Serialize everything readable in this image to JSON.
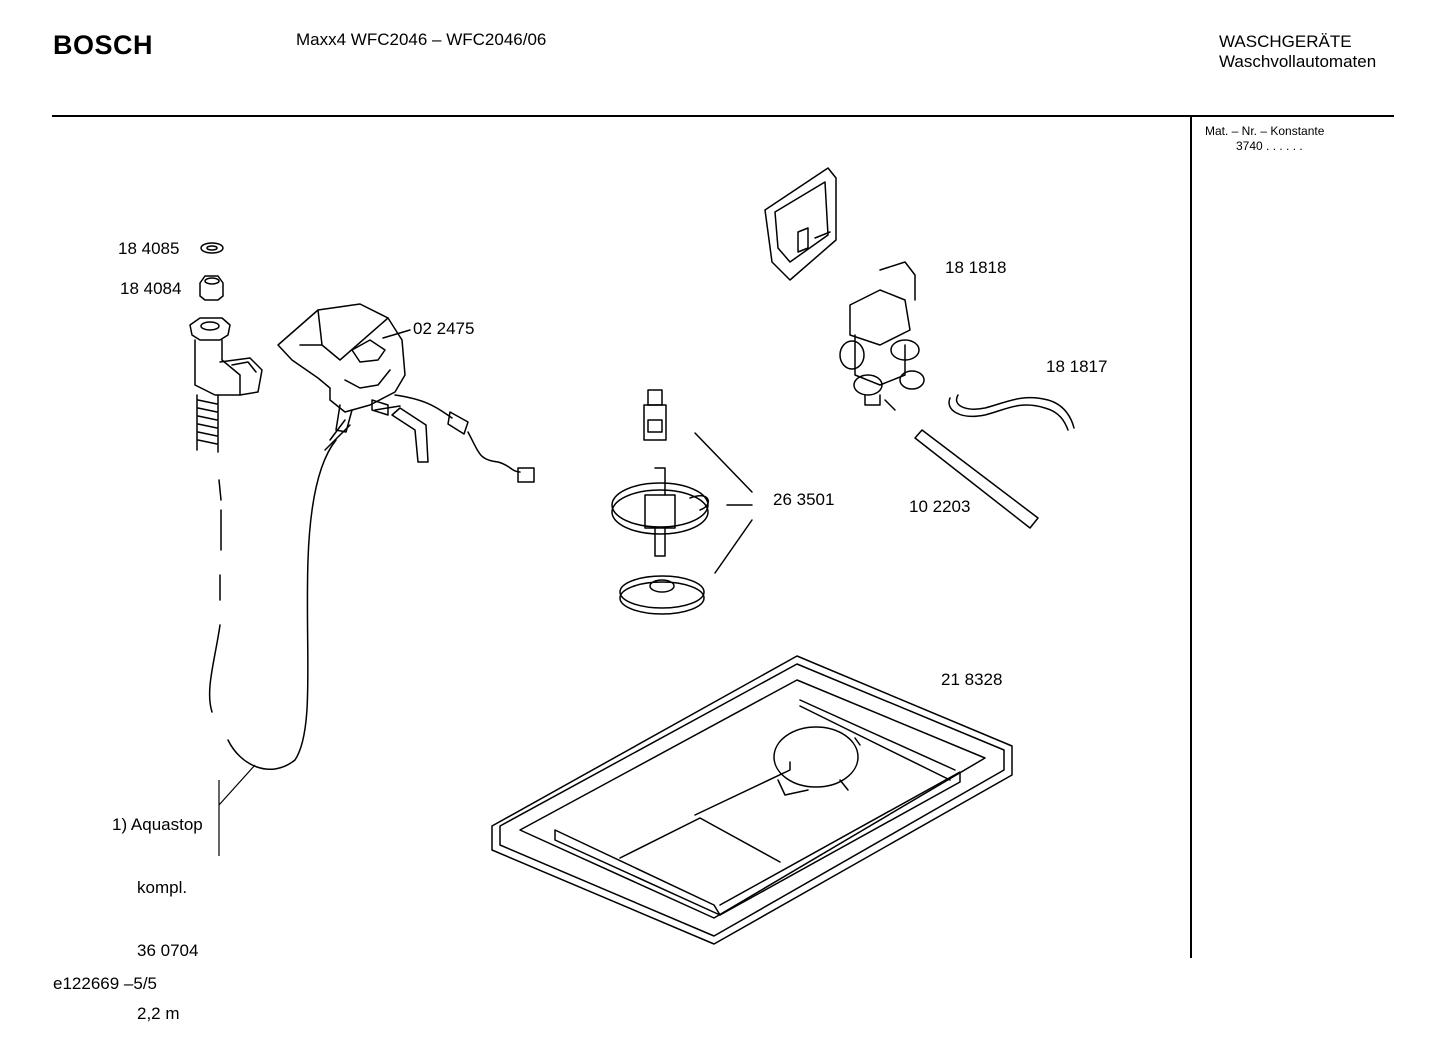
{
  "header": {
    "brand": "BOSCH",
    "model": "Maxx4 WFC2046 – WFC2046/06",
    "category_line1": "WASCHGERÄTE",
    "category_line2": "Waschvollautomaten"
  },
  "sidebar": {
    "mat_label": "Mat. – Nr. – Konstante",
    "mat_value": "3740  .  .    .  .  .  ."
  },
  "parts": {
    "p184085": "18 4085",
    "p184084": "18 4084",
    "p022475": "02 2475",
    "p181818": "18 1818",
    "p181817": "18 1817",
    "p263501": "26 3501",
    "p102203": "10 2203",
    "p218328": "21 8328"
  },
  "aquastop": {
    "line1": "1)  Aquastop",
    "line2": "kompl.",
    "line3": "36 0704",
    "line4": "2,2 m"
  },
  "footer": {
    "doc_id": "e122669 –5/5"
  }
}
